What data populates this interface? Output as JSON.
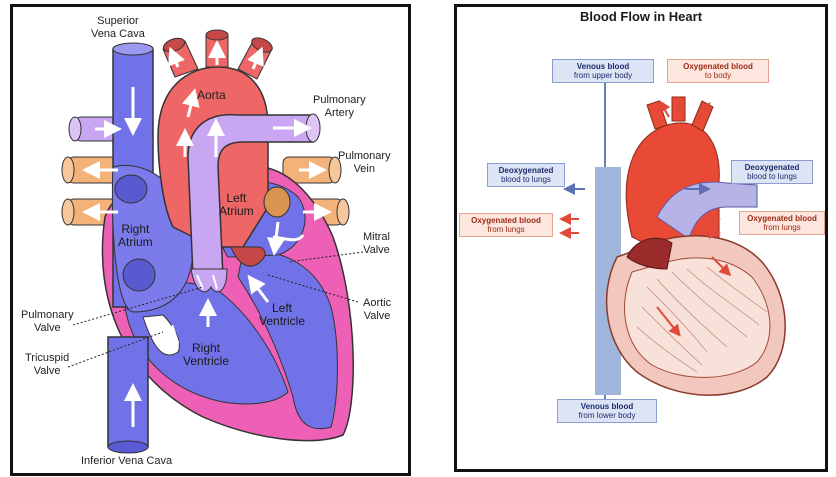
{
  "left_diagram": {
    "labels": {
      "superior_vena_cava": [
        "Superior",
        "Vena Cava"
      ],
      "aorta": "Aorta",
      "pulmonary_artery": [
        "Pulmonary",
        "Artery"
      ],
      "pulmonary_vein": [
        "Pulmonary",
        "Vein"
      ],
      "left_atrium": [
        "Left",
        "Atrium"
      ],
      "right_atrium": [
        "Right",
        "Atrium"
      ],
      "mitral_valve": [
        "Mitral",
        "Valve"
      ],
      "aortic_valve": [
        "Aortic",
        "Valve"
      ],
      "left_ventricle": [
        "Left",
        "Ventricle"
      ],
      "right_ventricle": [
        "Right",
        "Ventricle"
      ],
      "pulmonary_valve": [
        "Pulmonary",
        "Valve"
      ],
      "tricuspid_valve": [
        "Tricuspid",
        "Valve"
      ],
      "inferior_vena_cava": "Inferior Vena Cava"
    },
    "colors": {
      "deoxygenated": "#7272e8",
      "oxygenated": "#ee6666",
      "pulmonary_artery": "#c9a6f2",
      "pulmonary_vein": "#f3b27a",
      "heart_wall": "#ee5fb6"
    }
  },
  "right_diagram": {
    "title": "Blood Flow in Heart",
    "tags": {
      "venous_upper": [
        "Venous blood",
        "from upper body"
      ],
      "oxygenated_to_body": [
        "Oxygenated blood",
        "to body"
      ],
      "deoxygenated_left": [
        "Deoxygenated",
        "blood to lungs"
      ],
      "deoxygenated_right": [
        "Deoxygenated",
        "blood to lungs"
      ],
      "oxygenated_from_lungs_left": [
        "Oxygenated blood",
        "from lungs"
      ],
      "oxygenated_from_lungs_right": [
        "Oxygenated blood",
        "from lungs"
      ],
      "venous_lower": [
        "Venous blood",
        "from lower body"
      ]
    }
  }
}
